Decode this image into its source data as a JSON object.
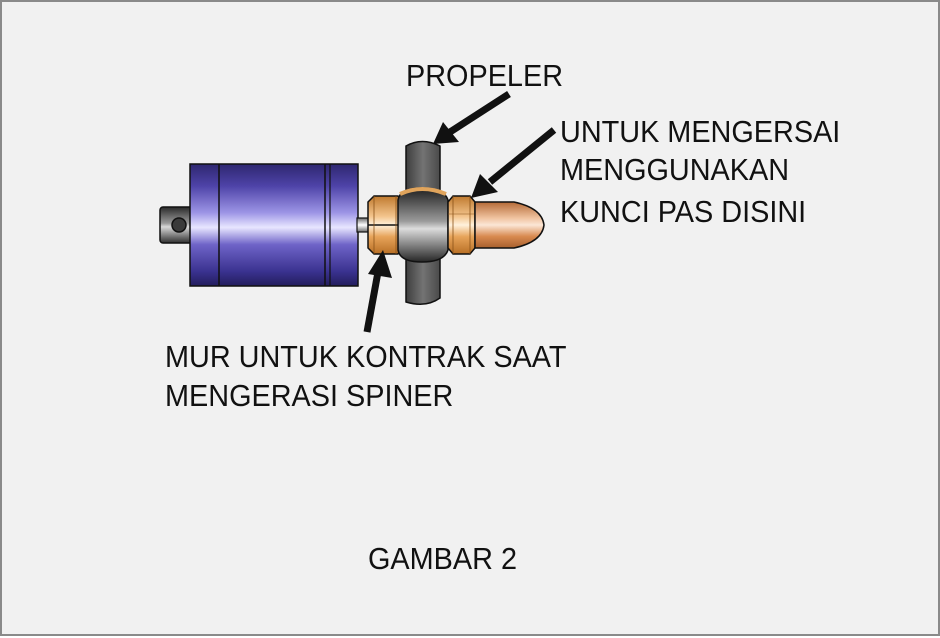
{
  "labels": {
    "propeller": "PROPELER",
    "tighten_line1": "UNTUK MENGERSAI",
    "tighten_line2": "MENGGUNAKAN",
    "tighten_line3": "KUNCI PAS DISINI",
    "locknut_line1": "MUR UNTUK KONTRAK SAAT",
    "locknut_line2": "MENGERASI SPINER"
  },
  "caption": "GAMBAR 2",
  "colors": {
    "background": "#f1f1f1",
    "motor_body": "#4b3f9c",
    "brass_nut": "#e0a45c",
    "spinner": "#d7956a",
    "propeller": "#5e5e5e",
    "arrow": "#111111"
  }
}
